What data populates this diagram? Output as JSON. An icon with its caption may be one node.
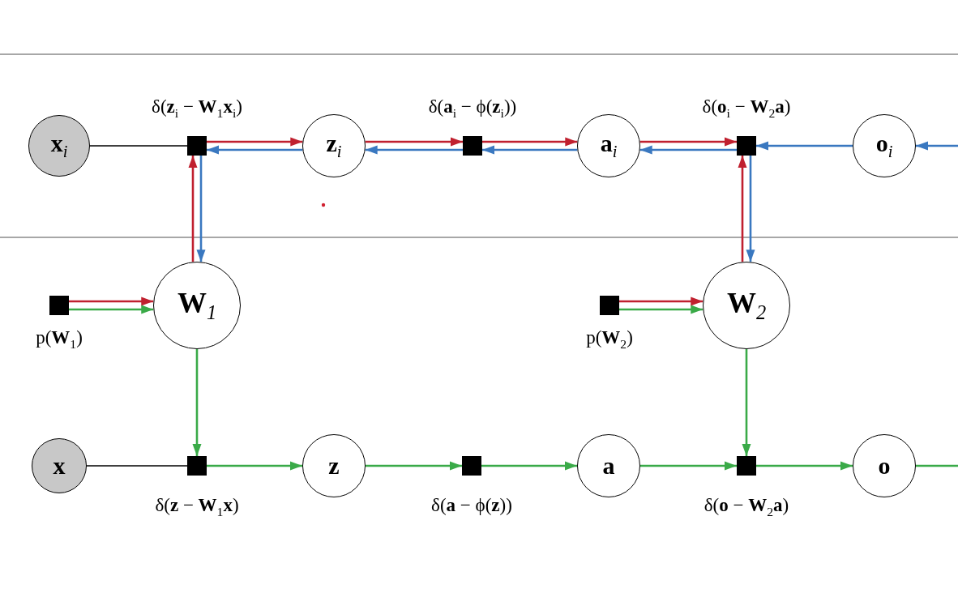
{
  "diagram": {
    "nodes": [
      {
        "text": [
          "x$_{i}$"
        ]
      },
      {
        "text": [],
        "shape": "box",
        "beside": [
          "δ(**z**$_{i}$ − **W**$_{1}$**x**$_{i}$)"
        ]
      },
      {
        "text": [
          "z$_{i}$"
        ]
      },
      {
        "text": [],
        "shape": "box",
        "beside": [
          "δ(**a**$_{i}$ − ϕ(**z**$_{i}$))"
        ]
      },
      {
        "text": [
          "a$_{i}$"
        ]
      },
      {
        "text": [],
        "shape": "box",
        "beside": [
          "δ(**o**$_{i}$ − **W**$_{2}$**a**)"
        ]
      },
      {
        "text": [
          "o$_{i}$"
        ]
      },
      {
        "text": [],
        "shape": "box",
        "beside": [
          "p(**W**$_{1}$)"
        ]
      },
      {
        "text": [
          "W$_{1}$"
        ]
      },
      {
        "text": [],
        "shape": "box",
        "beside": [
          "p(**W**$_{2}$)"
        ]
      },
      {
        "text": [
          "W$_{2}$"
        ]
      },
      {
        "text": [
          "x"
        ]
      },
      {
        "text": [],
        "shape": "box",
        "beside": [
          "δ(**z** − **W**$_{1}$**x**)"
        ]
      },
      {
        "text": [
          "z"
        ]
      },
      {
        "text": [],
        "shape": "box",
        "beside": [
          "δ(**a** − ϕ(**z**))"
        ]
      },
      {
        "text": [
          "a"
        ]
      },
      {
        "text": [],
        "shape": "box",
        "beside": [
          "δ(**o** − **W**$_{2}$**a**)"
        ]
      },
      {
        "text": [
          "o"
        ]
      }
    ],
    "edges": [
      {
        "from": 0,
        "to": 1,
        "arrow": "none",
        "color": "#000000"
      },
      {
        "from": 1,
        "to": 2,
        "arrow": "to",
        "color": "#c0202f"
      },
      {
        "from": 2,
        "to": 1,
        "arrow": "to",
        "color": "#3a78c0"
      },
      {
        "from": 2,
        "to": 3,
        "arrow": "to",
        "color": "#c0202f"
      },
      {
        "from": 3,
        "to": 2,
        "arrow": "to",
        "color": "#3a78c0"
      },
      {
        "from": 3,
        "to": 4,
        "arrow": "to",
        "color": "#c0202f"
      },
      {
        "from": 4,
        "to": 3,
        "arrow": "to",
        "color": "#3a78c0"
      },
      {
        "from": 4,
        "to": 5,
        "arrow": "to",
        "color": "#c0202f"
      },
      {
        "from": 5,
        "to": 4,
        "arrow": "to",
        "color": "#3a78c0"
      },
      {
        "from": 6,
        "to": 5,
        "arrow": "to",
        "color": "#3a78c0"
      },
      {
        "from": null,
        "to": 6,
        "arrow": "to",
        "color": "#3a78c0"
      },
      {
        "from": 8,
        "to": 1,
        "arrow": "to",
        "color": "#c0202f"
      },
      {
        "from": 1,
        "to": 8,
        "arrow": "to",
        "color": "#3a78c0"
      },
      {
        "from": 10,
        "to": 5,
        "arrow": "to",
        "color": "#c0202f"
      },
      {
        "from": 5,
        "to": 10,
        "arrow": "to",
        "color": "#3a78c0"
      },
      {
        "from": 7,
        "to": 8,
        "arrow": "to",
        "color": "#c0202f"
      },
      {
        "from": 7,
        "to": 8,
        "arrow": "to"
      },
      {
        "from": 9,
        "to": 10,
        "arrow": "to",
        "color": "#c0202f"
      },
      {
        "from": 9,
        "to": 10,
        "arrow": "to"
      },
      {
        "from": 8,
        "to": 12,
        "arrow": "to"
      },
      {
        "from": 11,
        "to": 12,
        "arrow": "none",
        "color": "#000000"
      },
      {
        "from": 12,
        "to": 13,
        "arrow": "to"
      },
      {
        "from": 13,
        "to": 14,
        "arrow": "to"
      },
      {
        "from": 14,
        "to": 15,
        "arrow": "to"
      },
      {
        "from": 15,
        "to": 16,
        "arrow": "to"
      },
      {
        "from": 10,
        "to": 16,
        "arrow": "to"
      },
      {
        "from": 16,
        "to": 17,
        "arrow": "to"
      },
      {
        "from": 17,
        "to": null,
        "arrow": "none"
      }
    ]
  }
}
